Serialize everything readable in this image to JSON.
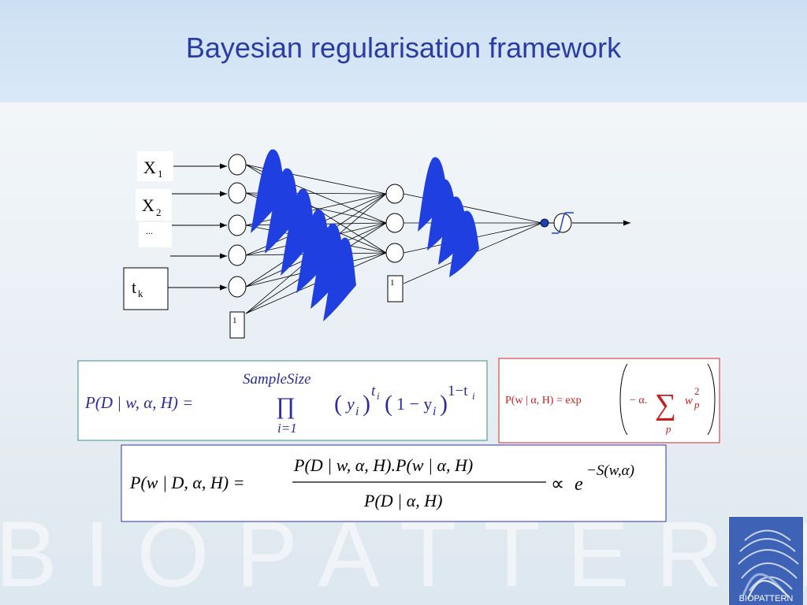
{
  "slide": {
    "title": "Bayesian regularisation framework",
    "watermark": "BIOPATTERN",
    "logo_text": "BIOPATTERN"
  },
  "network": {
    "input_x1": "X",
    "input_x1_sub": "1",
    "input_x2": "X",
    "input_x2_sub": "2",
    "ellipsis": "...",
    "input_tk": "t",
    "input_tk_sub": "k",
    "bias_input": "1",
    "bias_hidden": "1"
  },
  "equations": {
    "likelihood": {
      "lhs": "P(D | w, α, H) =",
      "upper": "SampleSize",
      "product": "∏",
      "lower": "i=1",
      "term1_base": "y",
      "term1_sub": "i",
      "term1_exp": "t",
      "term1_exp_sub": "i",
      "term2": "1 − y",
      "term2_sub": "i",
      "term2_exp": "1−t",
      "term2_exp_sub": "i"
    },
    "prior": {
      "lhs": "P(w | α, H) = exp",
      "minus": "− α.",
      "sum": "∑",
      "sum_sub": "p",
      "w": "w",
      "w_sup": "2",
      "w_sub": "p"
    },
    "posterior": {
      "lhs": "P(w | D, α, H) =",
      "numerator": "P(D | w, α, H).P(w | α, H)",
      "denominator": "P(D | α, H)",
      "prop": "∝",
      "e": "e",
      "exp": "−S(w,α)"
    }
  },
  "colors": {
    "title": "#2b3ba6",
    "gaussian_fill": "#1f3fe0",
    "likelihood_border": "#3a8f87",
    "prior_border": "#d02a2a",
    "prior_text": "#c81e1e",
    "posterior_border": "#3030b0",
    "equation_text": "#2b2b9c"
  }
}
